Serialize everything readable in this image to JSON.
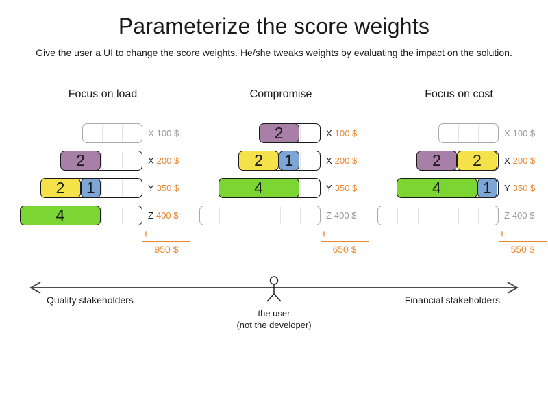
{
  "slide": {
    "title": "Parameterize the score weights",
    "subtitle": "Give the user a UI to change the score weights. He/she tweaks weights by evaluating the impact on the solution."
  },
  "colors": {
    "purple": "#a87fa7",
    "yellow": "#f5e14a",
    "blue": "#7da6d6",
    "green": "#7bd533",
    "orange": "#e8872f",
    "inactive_gray": "#9b9b9b",
    "track_border": "#1a1a1a",
    "empty_track_border": "#a9a9a9",
    "arrow_gray": "#4b4b4b"
  },
  "panels": [
    {
      "title": "Focus on load",
      "plus": "+",
      "total": "950 $",
      "rows": [
        {
          "letter": "X",
          "price": "100 $",
          "cells": 3,
          "active": false,
          "segments": []
        },
        {
          "letter": "X",
          "price": "200 $",
          "cells": 4,
          "active": true,
          "segments": [
            {
              "value": "2",
              "color": "purple",
              "span": 2
            }
          ]
        },
        {
          "letter": "Y",
          "price": "350 $",
          "cells": 5,
          "active": true,
          "segments": [
            {
              "value": "2",
              "color": "yellow",
              "span": 2
            },
            {
              "value": "1",
              "color": "blue",
              "span": 1
            }
          ]
        },
        {
          "letter": "Z",
          "price": "400 $",
          "cells": 6,
          "active": true,
          "segments": [
            {
              "value": "4",
              "color": "green",
              "span": 4
            }
          ]
        }
      ]
    },
    {
      "title": "Compromise",
      "plus": "+",
      "total": "650 $",
      "rows": [
        {
          "letter": "X",
          "price": "100 $",
          "cells": 3,
          "active": true,
          "segments": [
            {
              "value": "2",
              "color": "purple",
              "span": 2
            }
          ]
        },
        {
          "letter": "X",
          "price": "200 $",
          "cells": 4,
          "active": true,
          "segments": [
            {
              "value": "2",
              "color": "yellow",
              "span": 2
            },
            {
              "value": "1",
              "color": "blue",
              "span": 1
            }
          ]
        },
        {
          "letter": "Y",
          "price": "350 $",
          "cells": 5,
          "active": true,
          "segments": [
            {
              "value": "4",
              "color": "green",
              "span": 4
            }
          ]
        },
        {
          "letter": "Z",
          "price": "400 $",
          "cells": 6,
          "active": false,
          "segments": []
        }
      ]
    },
    {
      "title": "Focus on cost",
      "plus": "+",
      "total": "550 $",
      "rows": [
        {
          "letter": "X",
          "price": "100 $",
          "cells": 3,
          "active": false,
          "segments": []
        },
        {
          "letter": "X",
          "price": "200 $",
          "cells": 4,
          "active": true,
          "segments": [
            {
              "value": "2",
              "color": "purple",
              "span": 2
            },
            {
              "value": "2",
              "color": "yellow",
              "span": 2
            }
          ]
        },
        {
          "letter": "Y",
          "price": "350 $",
          "cells": 5,
          "active": true,
          "segments": [
            {
              "value": "4",
              "color": "green",
              "span": 4
            },
            {
              "value": "1",
              "color": "blue",
              "span": 1
            }
          ]
        },
        {
          "letter": "Z",
          "price": "400 $",
          "cells": 6,
          "active": false,
          "segments": []
        }
      ]
    }
  ],
  "axis": {
    "left_label": "Quality stakeholders",
    "right_label": "Financial stakeholders",
    "user_label": "the user",
    "user_sublabel": "(not the developer)"
  }
}
